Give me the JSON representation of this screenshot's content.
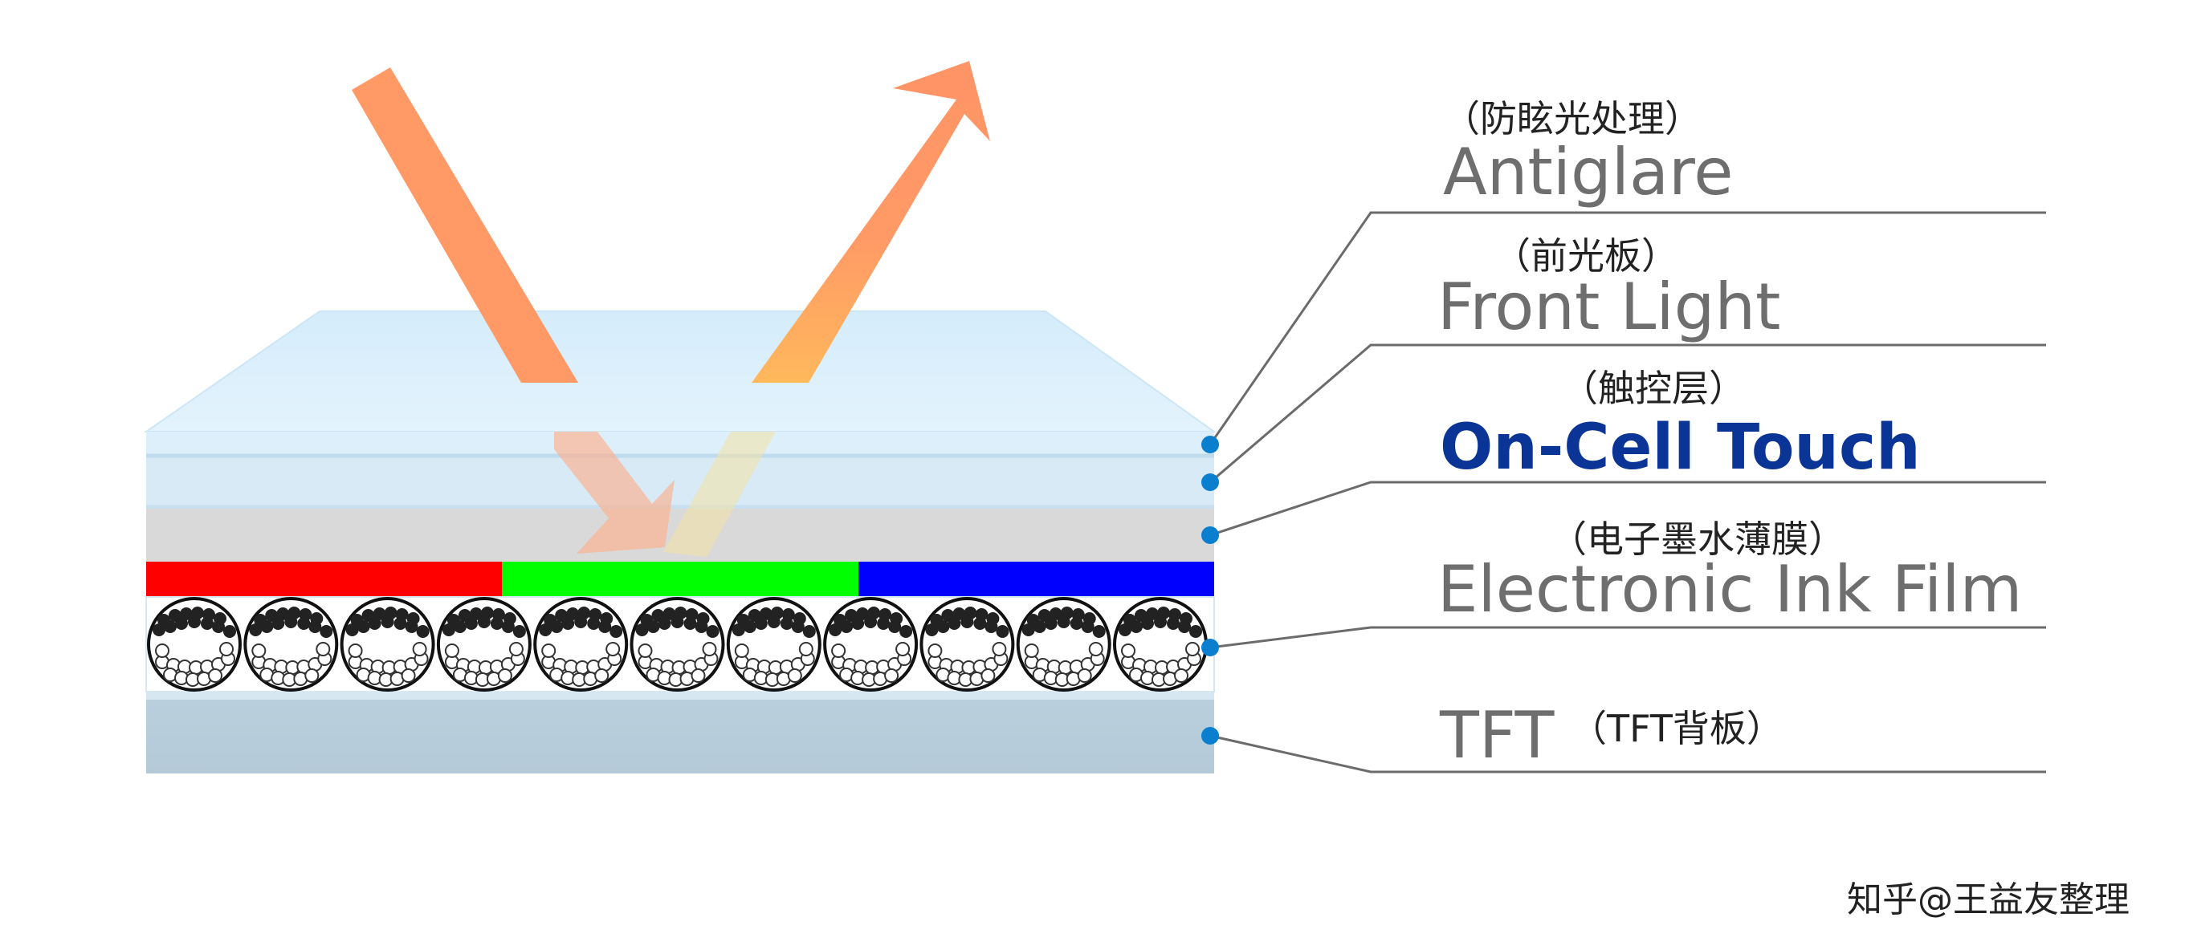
{
  "layers": [
    {
      "id": "antiglare",
      "cn": "（防眩光处理）",
      "en": "Antiglare",
      "highlight": false
    },
    {
      "id": "front-light",
      "cn": "（前光板）",
      "en": "Front Light",
      "highlight": false
    },
    {
      "id": "on-cell-touch",
      "cn": "（触控层）",
      "en": "On-Cell Touch",
      "highlight": true
    },
    {
      "id": "electronic-ink-film",
      "cn": "（电子墨水薄膜）",
      "en": "Electronic Ink Film",
      "highlight": false
    },
    {
      "id": "tft",
      "cn": "（TFT背板）",
      "en": "TFT",
      "highlight": false
    }
  ],
  "credit": "知乎@王益友整理",
  "colors": {
    "red_filter": "#ff0000",
    "green_filter": "#00ff00",
    "blue_filter": "#0000ff",
    "highlight_text": "#0a3596",
    "label_text": "#6e6e6e",
    "marker_dot": "#0a7fd0",
    "light_arrow": "#ff9a66"
  },
  "capsule_count": 11
}
